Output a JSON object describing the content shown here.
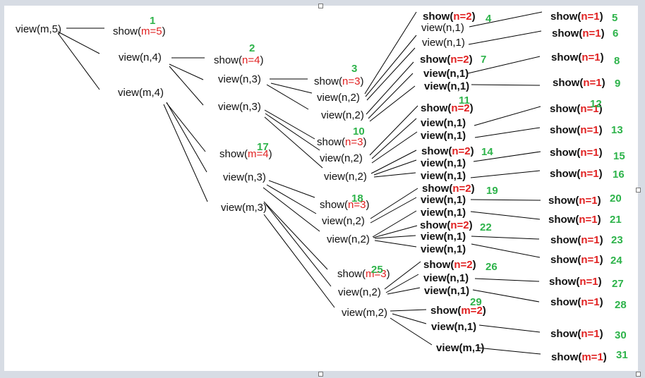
{
  "colors": {
    "text": "#111111",
    "highlight": "#e02020",
    "number": "#2db34a"
  },
  "nodes": [
    {
      "id": "n0",
      "pre": "view(m,5)",
      "hi": "",
      "post": "",
      "bold": false
    },
    {
      "id": "n1",
      "pre": "show(",
      "hi": "m=5",
      "post": ")",
      "bold": false
    },
    {
      "id": "n2",
      "pre": "view(n,4)",
      "hi": "",
      "post": "",
      "bold": false
    },
    {
      "id": "n3",
      "pre": "view(m,4)",
      "hi": "",
      "post": "",
      "bold": false
    },
    {
      "id": "n4",
      "pre": "show(",
      "hi": "n=4",
      "post": ")",
      "bold": false
    },
    {
      "id": "n5",
      "pre": "view(n,3)",
      "hi": "",
      "post": "",
      "bold": false
    },
    {
      "id": "n6",
      "pre": "view(n,3)",
      "hi": "",
      "post": "",
      "bold": false
    },
    {
      "id": "n7",
      "pre": "show(",
      "hi": "n=3",
      "post": ")",
      "bold": false
    },
    {
      "id": "n8",
      "pre": "view(n,2)",
      "hi": "",
      "post": "",
      "bold": false
    },
    {
      "id": "n9",
      "pre": "view(n,2)",
      "hi": "",
      "post": "",
      "bold": false
    },
    {
      "id": "n10",
      "pre": "show(",
      "hi": "n=2",
      "post": ")",
      "bold": true
    },
    {
      "id": "n11",
      "pre": "view(n,1)",
      "hi": "",
      "post": "",
      "bold": false
    },
    {
      "id": "n12",
      "pre": "view(n,1)",
      "hi": "",
      "post": "",
      "bold": false
    },
    {
      "id": "n13",
      "pre": "show(",
      "hi": "n=1",
      "post": ")",
      "bold": true
    },
    {
      "id": "n14",
      "pre": "show(",
      "hi": "n=1",
      "post": ")",
      "bold": true
    },
    {
      "id": "n15",
      "pre": "show(",
      "hi": "n=2",
      "post": ")",
      "bold": true
    },
    {
      "id": "n16",
      "pre": "view(n,1)",
      "hi": "",
      "post": "",
      "bold": true
    },
    {
      "id": "n17",
      "pre": "view(n,1)",
      "hi": "",
      "post": "",
      "bold": true
    },
    {
      "id": "n18",
      "pre": "show(",
      "hi": "n=1",
      "post": ")",
      "bold": true
    },
    {
      "id": "n19",
      "pre": "show(",
      "hi": "n=1",
      "post": ")",
      "bold": true
    },
    {
      "id": "n20",
      "pre": "show(",
      "hi": "n=3",
      "post": ")",
      "bold": false
    },
    {
      "id": "n21",
      "pre": "view(n,2)",
      "hi": "",
      "post": "",
      "bold": false
    },
    {
      "id": "n22",
      "pre": "view(n,2)",
      "hi": "",
      "post": "",
      "bold": false
    },
    {
      "id": "n23",
      "pre": "show(",
      "hi": "n=2",
      "post": ")",
      "bold": true
    },
    {
      "id": "n24",
      "pre": "view(n,1)",
      "hi": "",
      "post": "",
      "bold": true
    },
    {
      "id": "n25",
      "pre": "view(n,1)",
      "hi": "",
      "post": "",
      "bold": true
    },
    {
      "id": "n26",
      "pre": "show(",
      "hi": "n=1",
      "post": ")",
      "bold": true
    },
    {
      "id": "n27",
      "pre": "show(",
      "hi": "n=1",
      "post": ")",
      "bold": true
    },
    {
      "id": "n28",
      "pre": "show(",
      "hi": "n=2",
      "post": ")",
      "bold": true
    },
    {
      "id": "n29",
      "pre": "view(n,1)",
      "hi": "",
      "post": "",
      "bold": true
    },
    {
      "id": "n30",
      "pre": "view(n,1)",
      "hi": "",
      "post": "",
      "bold": true
    },
    {
      "id": "n31",
      "pre": "show(",
      "hi": "n=1",
      "post": ")",
      "bold": true
    },
    {
      "id": "n32",
      "pre": "show(",
      "hi": "n=1",
      "post": ")",
      "bold": true
    },
    {
      "id": "n33",
      "pre": "show(",
      "hi": "m=4",
      "post": ")",
      "bold": false
    },
    {
      "id": "n34",
      "pre": "view(n,3)",
      "hi": "",
      "post": "",
      "bold": false
    },
    {
      "id": "n35",
      "pre": "view(m,3)",
      "hi": "",
      "post": "",
      "bold": false
    },
    {
      "id": "n36",
      "pre": "show(",
      "hi": "n=3",
      "post": ")",
      "bold": false
    },
    {
      "id": "n37",
      "pre": "view(n,2)",
      "hi": "",
      "post": "",
      "bold": false
    },
    {
      "id": "n38",
      "pre": "view(n,2)",
      "hi": "",
      "post": "",
      "bold": false
    },
    {
      "id": "n39",
      "pre": "show(",
      "hi": "n=2",
      "post": ")",
      "bold": true
    },
    {
      "id": "n40",
      "pre": "view(n,1)",
      "hi": "",
      "post": "",
      "bold": true
    },
    {
      "id": "n41",
      "pre": "view(n,1)",
      "hi": "",
      "post": "",
      "bold": true
    },
    {
      "id": "n42",
      "pre": "show(",
      "hi": "n=1",
      "post": ")",
      "bold": true
    },
    {
      "id": "n43",
      "pre": "show(",
      "hi": "n=1",
      "post": ")",
      "bold": true
    },
    {
      "id": "n44",
      "pre": "show(",
      "hi": "n=2",
      "post": ")",
      "bold": true
    },
    {
      "id": "n45",
      "pre": "view(n,1)",
      "hi": "",
      "post": "",
      "bold": true
    },
    {
      "id": "n46",
      "pre": "view(n,1)",
      "hi": "",
      "post": "",
      "bold": true
    },
    {
      "id": "n47",
      "pre": "show(",
      "hi": "n=1",
      "post": ")",
      "bold": true
    },
    {
      "id": "n48",
      "pre": "show(",
      "hi": "n=1",
      "post": ")",
      "bold": true
    },
    {
      "id": "n49",
      "pre": "show(",
      "hi": "m=3",
      "post": ")",
      "bold": false
    },
    {
      "id": "n50",
      "pre": "view(n,2)",
      "hi": "",
      "post": "",
      "bold": false
    },
    {
      "id": "n51",
      "pre": "view(m,2)",
      "hi": "",
      "post": "",
      "bold": false
    },
    {
      "id": "n52",
      "pre": "show(",
      "hi": "n=2",
      "post": ")",
      "bold": true
    },
    {
      "id": "n53",
      "pre": "view(n,1)",
      "hi": "",
      "post": "",
      "bold": true
    },
    {
      "id": "n54",
      "pre": "view(n,1)",
      "hi": "",
      "post": "",
      "bold": true
    },
    {
      "id": "n55",
      "pre": "show(",
      "hi": "n=1",
      "post": ")",
      "bold": true
    },
    {
      "id": "n56",
      "pre": "show(",
      "hi": "n=1",
      "post": ")",
      "bold": true
    },
    {
      "id": "n57",
      "pre": "show(",
      "hi": "m=2",
      "post": ")",
      "bold": true
    },
    {
      "id": "n58",
      "pre": "view(n,1)",
      "hi": "",
      "post": "",
      "bold": true
    },
    {
      "id": "n59",
      "pre": "view(m,1)",
      "hi": "",
      "post": "",
      "bold": true
    },
    {
      "id": "n60",
      "pre": "show(",
      "hi": "n=1",
      "post": ")",
      "bold": true
    },
    {
      "id": "n61",
      "pre": "show(",
      "hi": "m=1",
      "post": ")",
      "bold": true
    }
  ],
  "order_labels": [
    "1",
    "2",
    "3",
    "4",
    "5",
    "6",
    "7",
    "8",
    "9",
    "10",
    "11",
    "12",
    "13",
    "14",
    "15",
    "16",
    "17",
    "18",
    "19",
    "20",
    "21",
    "22",
    "23",
    "24",
    "25",
    "26",
    "27",
    "28",
    "29",
    "30",
    "31"
  ]
}
